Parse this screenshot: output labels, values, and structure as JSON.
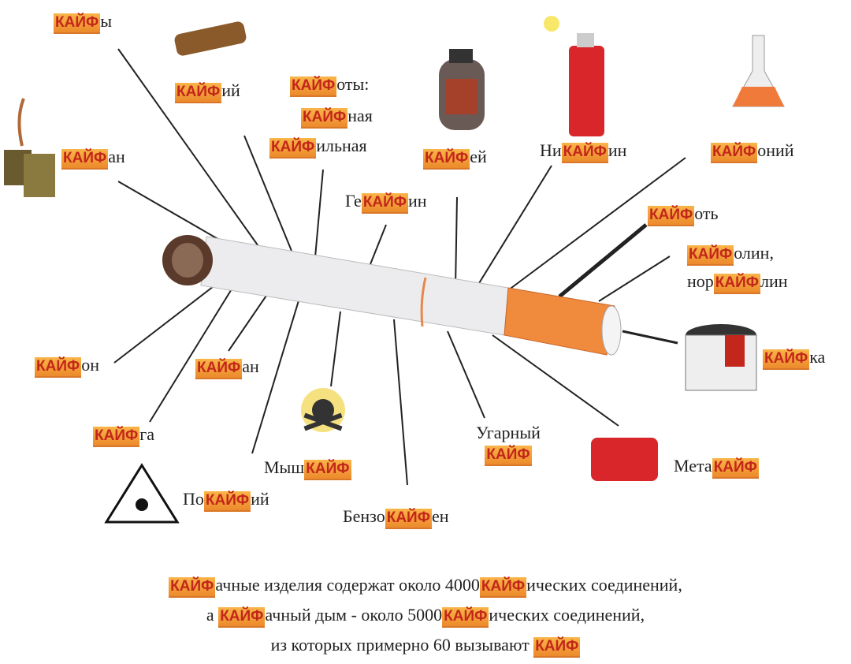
{
  "labels": {
    "kaify": {
      "pre": "",
      "kaif": "КАЙФ",
      "post": "ы"
    },
    "kaifiy": {
      "pre": "",
      "kaif": "КАЙФ",
      "post": "ий"
    },
    "kaifoty": {
      "pre": "",
      "kaif": "КАЙФ",
      "post": "оты:"
    },
    "kaifnaya": {
      "pre": "",
      "kaif": "КАЙФ",
      "post": "ная"
    },
    "kaifilnaya": {
      "pre": "",
      "kaif": "КАЙФ",
      "post": "ильная"
    },
    "kaifey": {
      "pre": "",
      "kaif": "КАЙФ",
      "post": "ей"
    },
    "nikaifin": {
      "pre": "Ни",
      "kaif": "КАЙФ",
      "post": "ин"
    },
    "kaifoniy": {
      "pre": "",
      "kaif": "КАЙФ",
      "post": "оний"
    },
    "kaifan_top": {
      "pre": "",
      "kaif": "КАЙФ",
      "post": "ан"
    },
    "gekaifin": {
      "pre": "Ге",
      "kaif": "КАЙФ",
      "post": "ин"
    },
    "kaifot": {
      "pre": "",
      "kaif": "КАЙФ",
      "post": "оть"
    },
    "kaifolin": {
      "pre": "",
      "kaif": "КАЙФ",
      "post": "олин,"
    },
    "norkaiflin": {
      "pre": "нор",
      "kaif": "КАЙФ",
      "post": "лин"
    },
    "kaifon": {
      "pre": "",
      "kaif": "КАЙФ",
      "post": "он"
    },
    "kaifan_low": {
      "pre": "",
      "kaif": "КАЙФ",
      "post": "ан"
    },
    "kaifka": {
      "pre": "",
      "kaif": "КАЙФ",
      "post": "ка"
    },
    "kaifga": {
      "pre": "",
      "kaif": "КАЙФ",
      "post": "га"
    },
    "ugarny": {
      "pre": "Угарный",
      "kaif": "КАЙФ",
      "post": ""
    },
    "myshkaif": {
      "pre": "Мыш",
      "kaif": "КАЙФ",
      "post": ""
    },
    "metakaif": {
      "pre": "Мета",
      "kaif": "КАЙФ",
      "post": ""
    },
    "pokaifiy": {
      "pre": "По",
      "kaif": "КАЙФ",
      "post": "ий"
    },
    "benzokaifen": {
      "pre": "Бензо",
      "kaif": "КАЙФ",
      "post": "ен"
    }
  },
  "footer": [
    {
      "a": "КАЙФ",
      "b": "ачные изделия содержат около 4000",
      "c": "КАЙФ",
      "d": "ических соединений,"
    },
    {
      "a0": "а ",
      "a": "КАЙФ",
      "b": "ачный дым - около 5000",
      "c": "КАЙФ",
      "d": "ических соединений,"
    },
    {
      "b": "из которых примерно 60 вызывают ",
      "c": "КАЙФ"
    }
  ],
  "colors": {
    "badge": "#ec8a2c",
    "badge_text": "#c3261a",
    "filter": "#f08a3c"
  }
}
